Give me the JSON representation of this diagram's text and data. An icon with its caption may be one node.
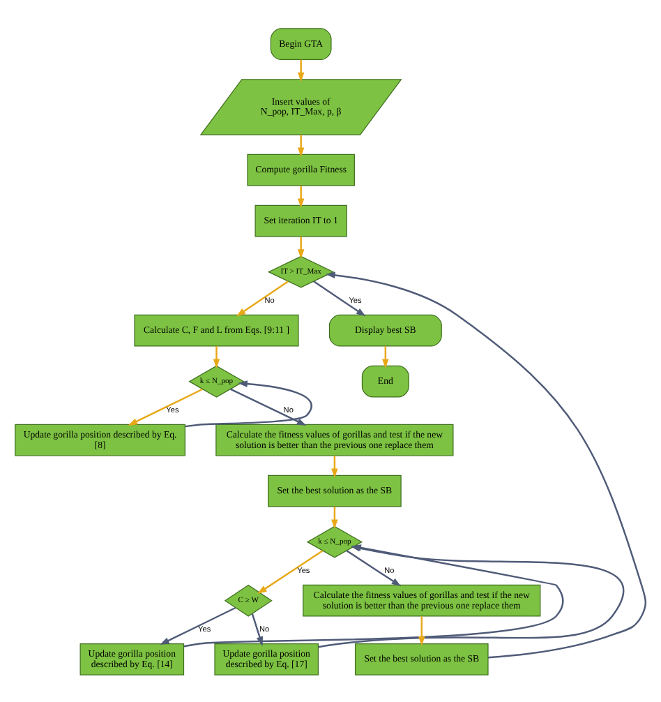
{
  "diagram": {
    "nodes": [
      {
        "text": [
          "Begin GTA"
        ]
      },
      {
        "text": [
          "Insert values of N_pop, IT_Max, p, β"
        ]
      },
      {
        "text": [
          "Compute gorilla Fitness"
        ]
      },
      {
        "text": [
          "Set iteration IT to 1"
        ]
      },
      {
        "text": [
          "IT > IT_Max"
        ]
      },
      {
        "text": [
          "Calculate C, F and L from Eqs. [9:11 ]"
        ]
      },
      {
        "text": [
          "k ≤ N_pop"
        ]
      },
      {
        "text": [
          "Update gorilla position described by Eq. [8]"
        ]
      },
      {
        "text": [
          "Calculate the fitness values of gorillas and test if the new solution is better than the previous one replace them"
        ]
      },
      {
        "text": [
          "Set the best solution as the SB"
        ]
      },
      {
        "text": [
          "k ≤ N_pop"
        ]
      },
      {
        "text": [
          "C ≥ W"
        ]
      },
      {
        "text": [
          "Update gorilla position described by Eq. [14]"
        ]
      },
      {
        "text": [
          "Update gorilla position described by Eq. [17]"
        ]
      },
      {
        "text": [
          "Calculate the fitness values of gorillas and test if the new solution is better than the previous one replace them"
        ]
      },
      {
        "text": [
          "Set the best solution as the SB"
        ]
      },
      {
        "text": [
          "Display best SB"
        ]
      },
      {
        "text": [
          "End"
        ]
      }
    ],
    "edges": [
      {
        "from": 0,
        "to": 1,
        "arrow": "to"
      },
      {
        "from": 1,
        "to": 2,
        "arrow": "to"
      },
      {
        "from": 2,
        "to": 3,
        "arrow": "to"
      },
      {
        "from": 3,
        "to": 4,
        "arrow": "to"
      },
      {
        "from": 4,
        "to": 16,
        "arrow": "to",
        "label": "Yes",
        "color": "#4f5b78"
      },
      {
        "from": 4,
        "to": 5,
        "arrow": "to",
        "label": "No"
      },
      {
        "from": 5,
        "to": 6,
        "arrow": "to"
      },
      {
        "from": 6,
        "to": 7,
        "arrow": "to",
        "label": "Yes"
      },
      {
        "from": 7,
        "to": 6,
        "arrow": "to",
        "color": "#4f5b78"
      },
      {
        "from": 6,
        "to": 8,
        "arrow": "to",
        "label": "No",
        "color": "#4f5b78"
      },
      {
        "from": 8,
        "to": 9,
        "arrow": "to"
      },
      {
        "from": 9,
        "to": 10,
        "arrow": "to"
      },
      {
        "from": 10,
        "to": 11,
        "arrow": "to",
        "label": "Yes"
      },
      {
        "from": 11,
        "to": 12,
        "arrow": "to",
        "label": "Yes",
        "color": "#4f5b78"
      },
      {
        "from": 11,
        "to": 13,
        "arrow": "to",
        "label": "No",
        "color": "#4f5b78"
      },
      {
        "from": 12,
        "to": 10,
        "arrow": "to",
        "color": "#4f5b78"
      },
      {
        "from": 13,
        "to": 10,
        "arrow": "to",
        "color": "#4f5b78"
      },
      {
        "from": 10,
        "to": 14,
        "arrow": "to",
        "label": "No",
        "color": "#4f5b78"
      },
      {
        "from": 14,
        "to": 15,
        "arrow": "to"
      },
      {
        "from": 15,
        "to": 4,
        "arrow": "to",
        "color": "#4f5b78"
      },
      {
        "from": 16,
        "to": 17,
        "arrow": "to"
      }
    ]
  }
}
